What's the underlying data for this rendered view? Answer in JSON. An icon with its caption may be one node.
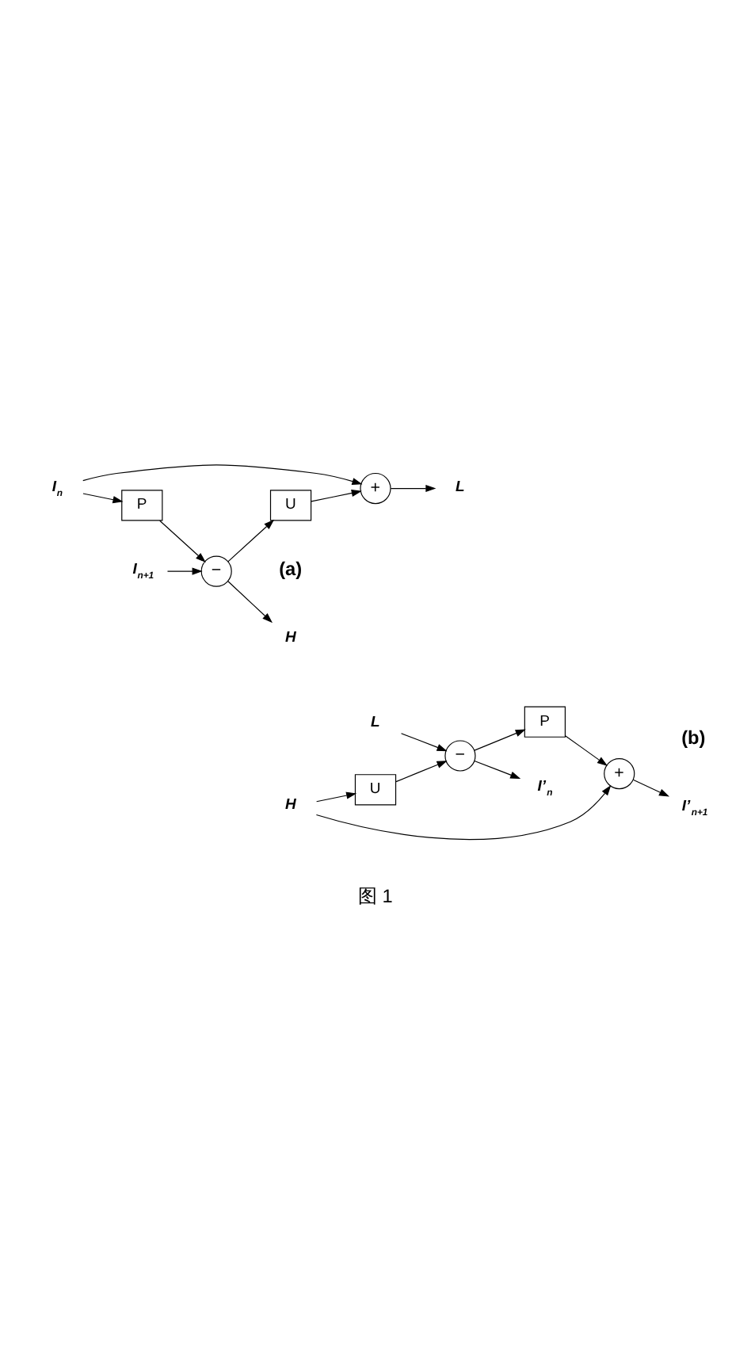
{
  "diagram": {
    "caption": "图 1",
    "nodes": [
      {
        "text": [
          "I$_{n}$"
        ]
      },
      {
        "text": [
          "+"
        ]
      },
      {
        "text": [
          "P"
        ]
      },
      {
        "text": [
          "U"
        ]
      },
      {
        "text": [
          "I$_{n+1}$"
        ]
      },
      {
        "text": [
          "−"
        ]
      },
      {
        "text": [
          "L"
        ]
      },
      {
        "text": [
          "H"
        ]
      },
      {
        "text": [
          "L"
        ]
      },
      {
        "text": [
          "−"
        ]
      },
      {
        "text": [
          "U"
        ]
      },
      {
        "text": [
          "P"
        ]
      },
      {
        "text": [
          "H"
        ]
      },
      {
        "text": [
          "+"
        ]
      },
      {
        "text": [
          "I’$_{n}$"
        ]
      },
      {
        "text": [
          "I’$_{n+1}$"
        ]
      }
    ],
    "edges": [
      {
        "from": 0,
        "to": 1,
        "arrow": "to"
      },
      {
        "from": 0,
        "to": 2,
        "arrow": "to"
      },
      {
        "from": 2,
        "to": 5,
        "arrow": "to"
      },
      {
        "from": 4,
        "to": 5,
        "arrow": "to"
      },
      {
        "from": 3,
        "to": 1,
        "arrow": "to"
      },
      {
        "from": 5,
        "to": 3,
        "arrow": "to"
      },
      {
        "from": 1,
        "to": 6,
        "arrow": "to"
      },
      {
        "from": 5,
        "to": 7,
        "arrow": "to"
      },
      {
        "from": 8,
        "to": 9,
        "arrow": "to"
      },
      {
        "from": 10,
        "to": 9,
        "arrow": "to"
      },
      {
        "from": 12,
        "to": 10,
        "arrow": "to"
      },
      {
        "from": 9,
        "to": 14,
        "arrow": "to"
      },
      {
        "from": 9,
        "to": 11,
        "arrow": "to"
      },
      {
        "from": 11,
        "to": 13,
        "arrow": "to"
      },
      {
        "from": 12,
        "to": 13,
        "arrow": "to"
      },
      {
        "from": 13,
        "to": 15,
        "arrow": "to"
      }
    ],
    "labels": [
      "(a)",
      "(b)"
    ]
  }
}
